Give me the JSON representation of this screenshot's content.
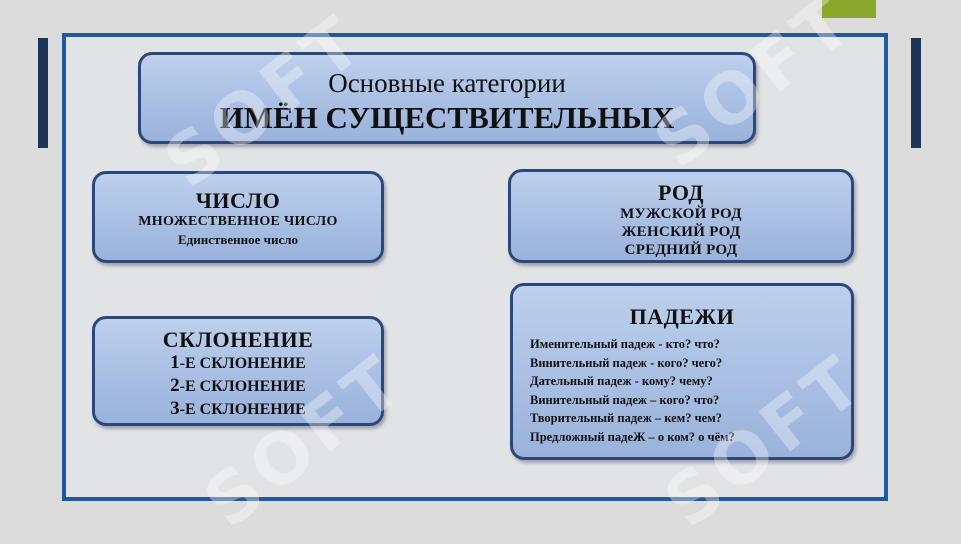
{
  "slide": {
    "title": {
      "line1": "Основные категории",
      "line2": "ИМЁН СУЩЕСТВИТЕЛЬНЫХ"
    },
    "number": {
      "heading": "ЧИСЛО",
      "items": [
        "МНОЖЕСТВЕННОЕ ЧИСЛО",
        "Единственное число"
      ]
    },
    "gender": {
      "heading": "РОД",
      "items": [
        "МУЖСКОЙ РОД",
        "ЖЕНСКИЙ РОД",
        "СРЕДНИЙ РОД"
      ]
    },
    "declension": {
      "heading": "СКЛОНЕНИЕ",
      "items": [
        {
          "num": "1",
          "text": "-Е СКЛОНЕНИЕ"
        },
        {
          "num": "2",
          "text": "-Е СКЛОНЕНИЕ"
        },
        {
          "num": "3",
          "text": "-Е СКЛОНЕНИЕ"
        }
      ]
    },
    "cases": {
      "heading": "ПАДЕЖИ",
      "items": [
        "Именительный падеж - кто? что?",
        "Винительный падеж - кого? чего?",
        "Дательный падеж - кому? чему?",
        "Винительный падеж – кого? что?",
        "Творительный падеж – кем? чем?",
        "Предложный падеЖ – о ком? о чём?"
      ]
    }
  },
  "watermark": [
    "SOFT",
    "SOFT",
    "SOFT",
    "SOFT"
  ],
  "colors": {
    "frame_border": "#1f5aa0",
    "box_border": "#2c4878",
    "box_fill": "#a9bfe3",
    "accent_tab": "#8aa82c",
    "side_bars": "#1e3557"
  }
}
